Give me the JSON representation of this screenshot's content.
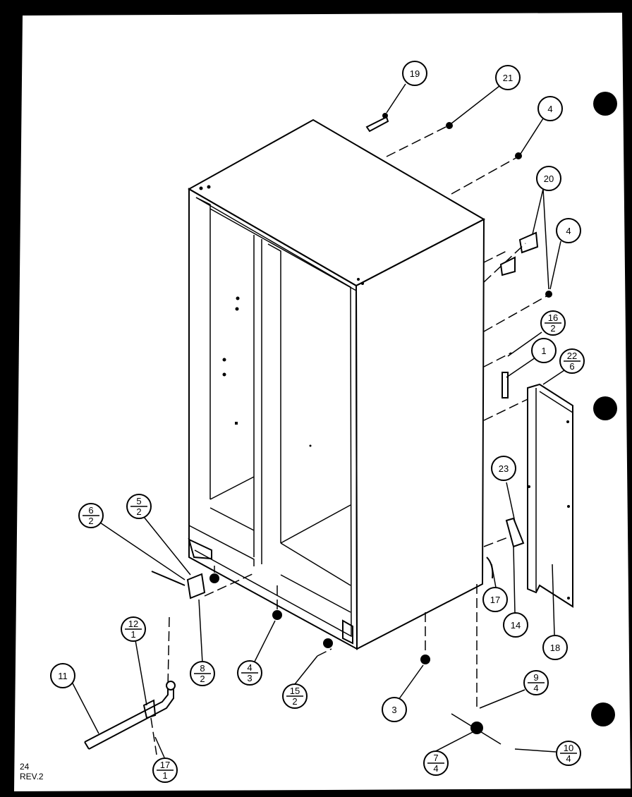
{
  "colors": {
    "paper": "#ffffff",
    "ink": "#000000",
    "frame": "#000000"
  },
  "footer": {
    "line1": "24",
    "line2": "REV.2"
  },
  "callouts": [
    {
      "id": "c19",
      "top": "19",
      "bottom": ""
    },
    {
      "id": "c21",
      "top": "21",
      "bottom": ""
    },
    {
      "id": "c4a",
      "top": "4",
      "bottom": ""
    },
    {
      "id": "c20",
      "top": "20",
      "bottom": ""
    },
    {
      "id": "c4b",
      "top": "4",
      "bottom": ""
    },
    {
      "id": "c16",
      "top": "16",
      "bottom": "2"
    },
    {
      "id": "c1",
      "top": "1",
      "bottom": ""
    },
    {
      "id": "c22",
      "top": "22",
      "bottom": "6"
    },
    {
      "id": "c23",
      "top": "23",
      "bottom": ""
    },
    {
      "id": "c17a",
      "top": "17",
      "bottom": ""
    },
    {
      "id": "c14",
      "top": "14",
      "bottom": ""
    },
    {
      "id": "c18",
      "top": "18",
      "bottom": ""
    },
    {
      "id": "c6",
      "top": "6",
      "bottom": "2"
    },
    {
      "id": "c5",
      "top": "5",
      "bottom": "2"
    },
    {
      "id": "c8",
      "top": "8",
      "bottom": "2"
    },
    {
      "id": "c4c",
      "top": "4",
      "bottom": "3"
    },
    {
      "id": "c15",
      "top": "15",
      "bottom": "2"
    },
    {
      "id": "c3",
      "top": "3",
      "bottom": ""
    },
    {
      "id": "c12",
      "top": "12",
      "bottom": "1"
    },
    {
      "id": "c11",
      "top": "11",
      "bottom": ""
    },
    {
      "id": "c17b",
      "top": "17",
      "bottom": "1"
    },
    {
      "id": "c9",
      "top": "9",
      "bottom": "4"
    },
    {
      "id": "c7",
      "top": "7",
      "bottom": "4"
    },
    {
      "id": "c10",
      "top": "10",
      "bottom": "4"
    }
  ]
}
